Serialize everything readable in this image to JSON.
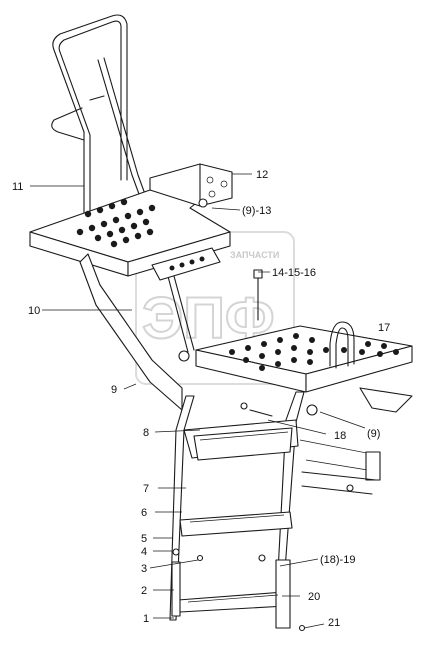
{
  "watermark": {
    "text": "ЗАПЧАСТИ",
    "logo_letters": "ЭПФ"
  },
  "callouts": [
    {
      "id": "c11",
      "label": "11"
    },
    {
      "id": "c12",
      "label": "12"
    },
    {
      "id": "c13",
      "label": "(9)-13"
    },
    {
      "id": "c14",
      "label": "14-15-16"
    },
    {
      "id": "c10",
      "label": "10"
    },
    {
      "id": "c17",
      "label": "17"
    },
    {
      "id": "c9",
      "label": "9"
    },
    {
      "id": "c9b",
      "label": "(9)"
    },
    {
      "id": "c8",
      "label": "8"
    },
    {
      "id": "c18",
      "label": "18"
    },
    {
      "id": "c7",
      "label": "7"
    },
    {
      "id": "c6",
      "label": "6"
    },
    {
      "id": "c5",
      "label": "5"
    },
    {
      "id": "c4",
      "label": "4"
    },
    {
      "id": "c1819",
      "label": "(18)-19"
    },
    {
      "id": "c3",
      "label": "3"
    },
    {
      "id": "c2",
      "label": "2"
    },
    {
      "id": "c20",
      "label": "20"
    },
    {
      "id": "c1",
      "label": "1"
    },
    {
      "id": "c21",
      "label": "21"
    }
  ]
}
